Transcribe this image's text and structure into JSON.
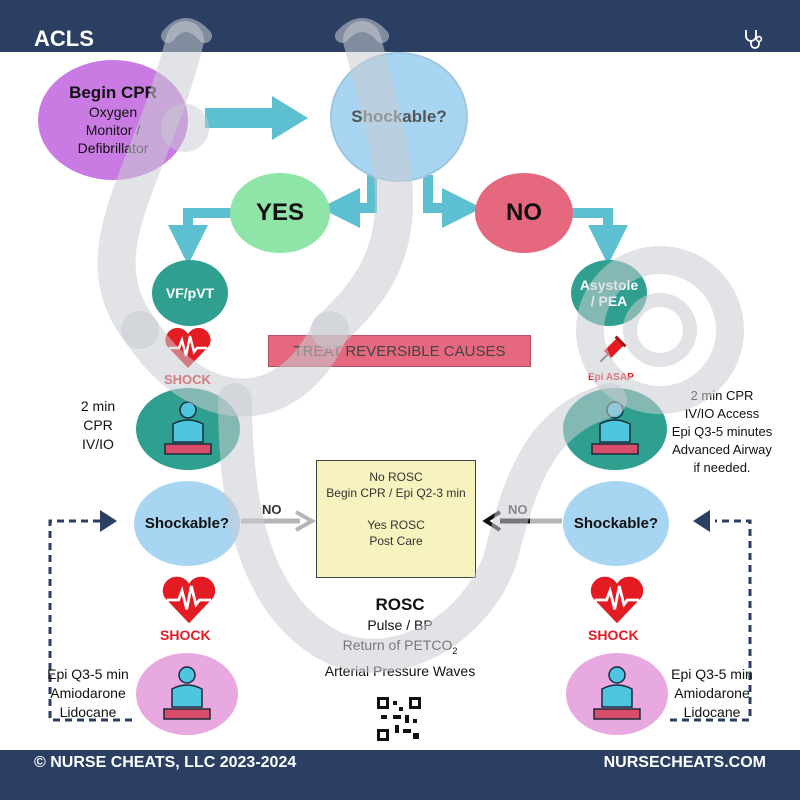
{
  "header": {
    "title": "ACLS"
  },
  "footer": {
    "copyright": "© NURSE CHEATS, LLC 2023-2024",
    "site": "NURSECHEATS.COM"
  },
  "nodes": {
    "begin": {
      "title": "Begin CPR",
      "line1": "Oxygen",
      "line2": "Monitor /",
      "line3": "Defibrillator"
    },
    "shockable_top": "Shockable?",
    "yes": "YES",
    "no": "NO",
    "vf": "VF/pVT",
    "asystole_1": "Asystole",
    "asystole_2": "/ PEA",
    "shockable_left": "Shockable?",
    "shockable_right": "Shockable?"
  },
  "labels": {
    "shock_1": "SHOCK",
    "shock_2": "SHOCK",
    "shock_3": "SHOCK",
    "epi_asap": "Epi ASAP",
    "treat": "TREAT REVERSIBLE CAUSES",
    "no_left": "NO",
    "no_right": "NO"
  },
  "left_notes": {
    "line1": "2 min",
    "line2": "CPR",
    "line3": "IV/IO"
  },
  "right_notes": {
    "line1": "2 min CPR",
    "line2": "IV/IO Access",
    "line3": "Epi Q3-5 minutes",
    "line4": "Advanced Airway",
    "line5": "if needed."
  },
  "bottom_left_meds": {
    "line1": "Epi Q3-5 min",
    "line2": "Amiodarone",
    "line3": "Lidocane"
  },
  "bottom_right_meds": {
    "line1": "Epi Q3-5 min",
    "line2": "Amiodarone",
    "line3": "Lidocane"
  },
  "center_box": {
    "line1": "No ROSC",
    "line2": "Begin CPR / Epi Q2-3 min",
    "line3": "Yes ROSC",
    "line4": "Post Care"
  },
  "rosc": {
    "title": "ROSC",
    "line1": "Pulse / BP",
    "line2_main": "Return of PETCO",
    "line2_sub": "2",
    "line3": "Arterial Pressure Waves"
  },
  "colors": {
    "header_bar": "#2b3f63",
    "begin_circle": "#c97be3",
    "shockable_circle": "#a8d6f2",
    "yes_circle": "#8fe4a8",
    "no_circle": "#e5687e",
    "rhythm_circle": "#2fa08f",
    "arrow": "#5cc0d0",
    "shock_red": "#e31b23",
    "center_box": "#f6f3bf",
    "dashed_line": "#2b3f63",
    "bottom_circle": "#e8a8e0"
  }
}
